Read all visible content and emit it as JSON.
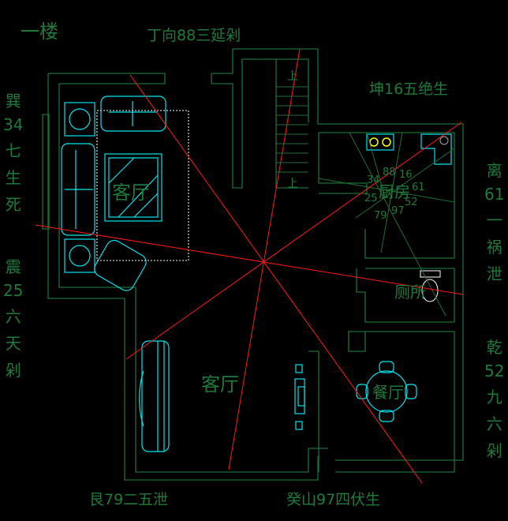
{
  "title": "一楼",
  "directions": {
    "top": "丁向88三延剁",
    "top_right": "坤16五绝生",
    "left_upper": [
      "巽",
      "34",
      "七",
      "生",
      "死"
    ],
    "left_lower": [
      "震",
      "25",
      "六",
      "天",
      "剁"
    ],
    "right_upper": [
      "离",
      "61",
      "一",
      "祸",
      "泄"
    ],
    "right_lower": [
      "乾",
      "52",
      "九",
      "六",
      "剁"
    ],
    "bottom_left": "艮79二五泄",
    "bottom_right": "癸山97四伏生"
  },
  "rooms": {
    "living_upper": "客厅",
    "living_lower": "客厅",
    "kitchen": "厨房",
    "toilet": "厕所",
    "dining": "餐厅",
    "stair_up_1": "上",
    "stair_up_2": "上"
  },
  "kitchen_numbers": {
    "n88": "88",
    "n16": "16",
    "n34": "34",
    "n61": "61",
    "n25": "25",
    "n52": "52",
    "n79": "79",
    "n97": "97"
  },
  "colors": {
    "wall": "#1f6e35",
    "furniture": "#00e5ee",
    "axis": "#ff1a1a",
    "text": "#1f7a3a"
  }
}
